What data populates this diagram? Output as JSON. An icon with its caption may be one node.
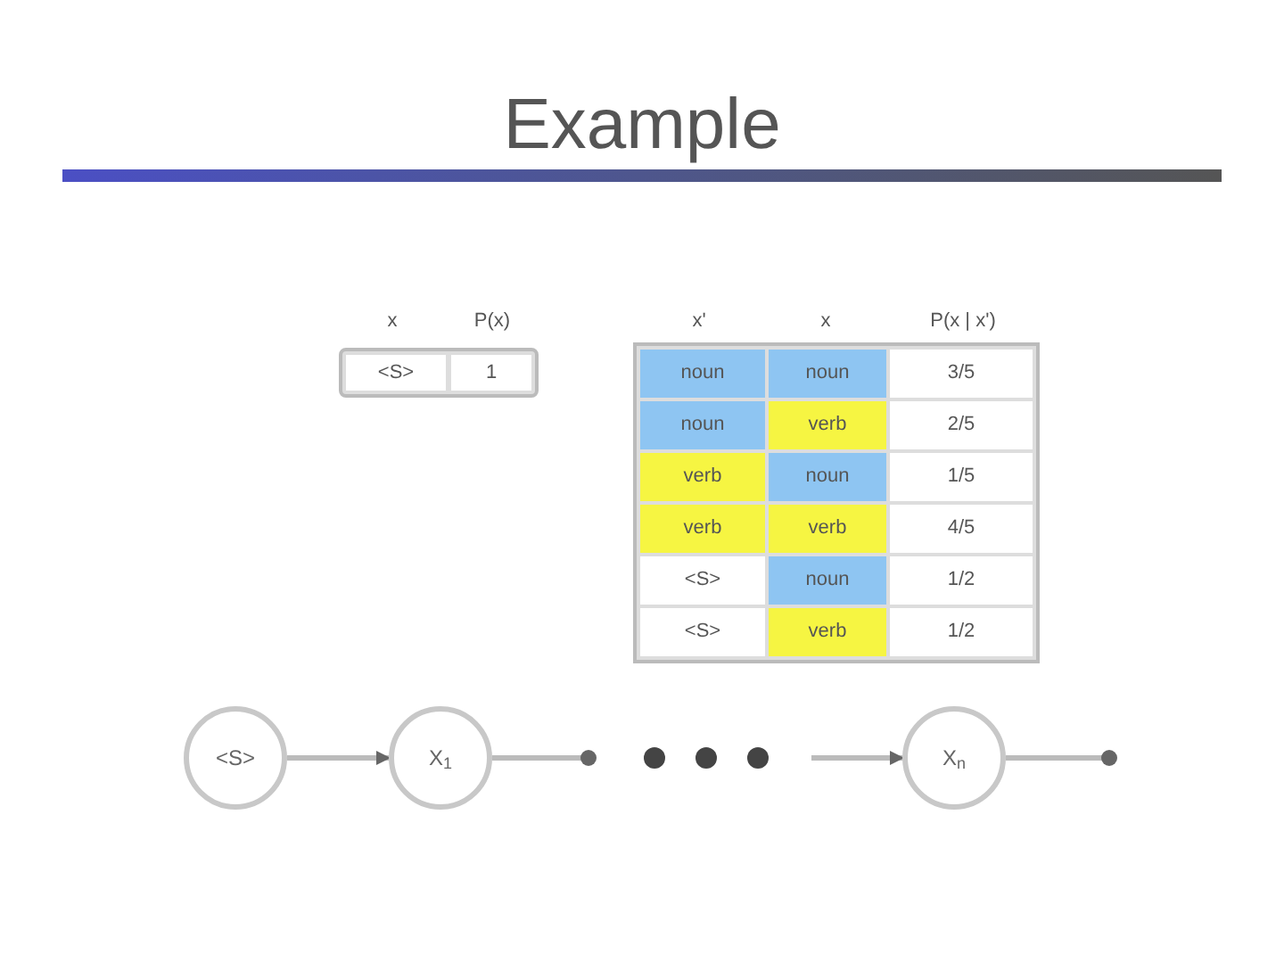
{
  "diagram": {
    "title": "Example",
    "nodes": [
      {
        "text": [
          "<S>"
        ]
      },
      {
        "text": [
          "X$_{1}$"
        ]
      },
      {
        "text": [
          "X$_{n}$"
        ]
      }
    ],
    "edges": [
      {
        "from": 0,
        "to": 1,
        "arrow": "to"
      },
      {
        "from": 1,
        "to": null,
        "arrow": "other"
      },
      {
        "from": null,
        "to": 2,
        "arrow": "to"
      },
      {
        "from": 2,
        "to": null,
        "arrow": "other"
      }
    ],
    "labels": [
      "x",
      "P(x)",
      "<S>",
      "1",
      "x'",
      "x",
      "P(x | x')",
      "noun",
      "noun",
      "3/5",
      "noun",
      "verb",
      "2/5",
      "verb",
      "noun",
      "1/5",
      "verb",
      "verb",
      "4/5",
      "<S>",
      "noun",
      "1/2",
      "<S>",
      "verb",
      "1/2"
    ]
  }
}
